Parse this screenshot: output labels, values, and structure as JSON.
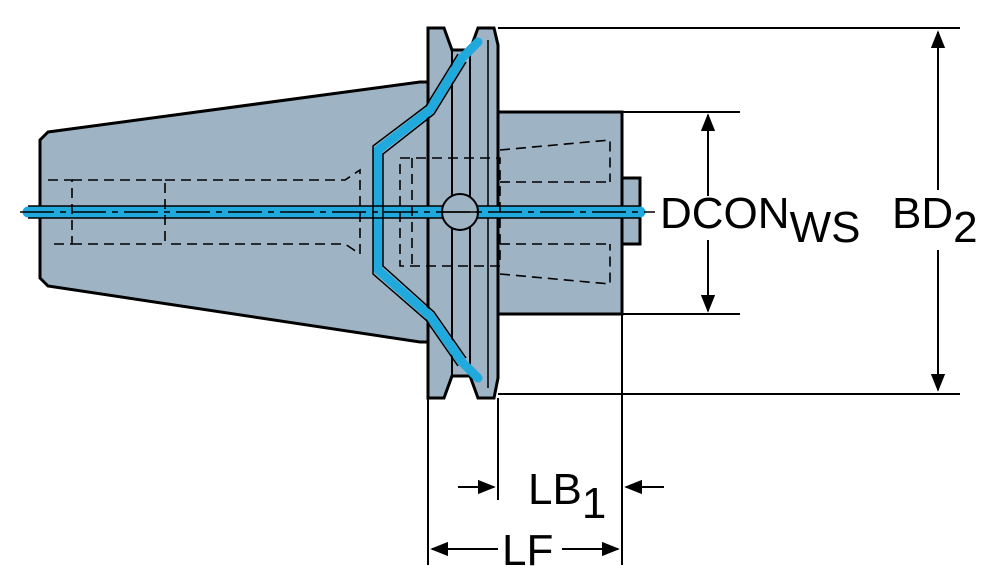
{
  "colors": {
    "body_fill": "#9eb3c4",
    "outline": "#000000",
    "coolant": "#1fa9dc",
    "background": "#ffffff"
  },
  "dimensions": {
    "dcon": {
      "main": "DCON",
      "sub": "WS"
    },
    "bd2": {
      "main": "BD",
      "sub": "2"
    },
    "lb1": {
      "main": "LB",
      "sub": "1"
    },
    "lf": {
      "main": "LF"
    }
  }
}
